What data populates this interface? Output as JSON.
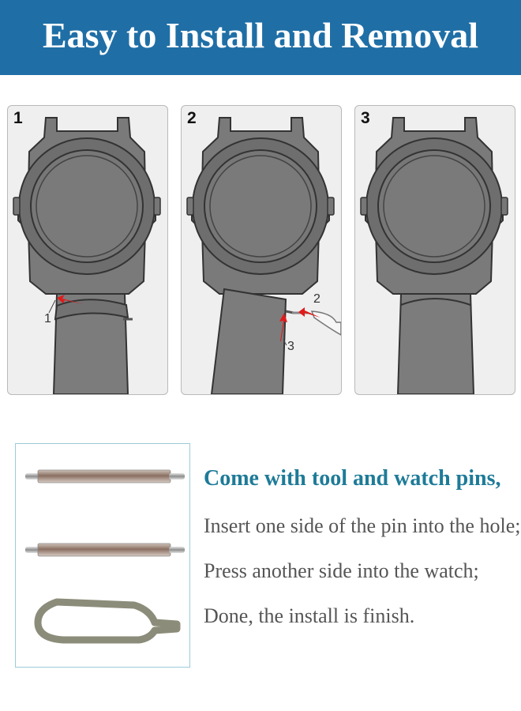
{
  "banner": {
    "title": "Easy to Install and Removal"
  },
  "steps": [
    {
      "number": "1",
      "callouts": [
        "1"
      ]
    },
    {
      "number": "2",
      "callouts": [
        "2",
        "3"
      ]
    },
    {
      "number": "3",
      "callouts": []
    }
  ],
  "info": {
    "title": "Come with tool and watch pins,",
    "lines": [
      "Insert one side of the pin into the hole;",
      "Press another side into the watch;",
      "Done, the install is finish."
    ]
  },
  "colors": {
    "banner": "#1f6fa6",
    "title_text": "#1e7b98",
    "watch": "#777777",
    "arrow": "#e01b1b"
  },
  "icons": [
    "watch-illustration",
    "watch-strap",
    "spring-bar-pin",
    "removal-tool",
    "red-arrow-icon"
  ]
}
